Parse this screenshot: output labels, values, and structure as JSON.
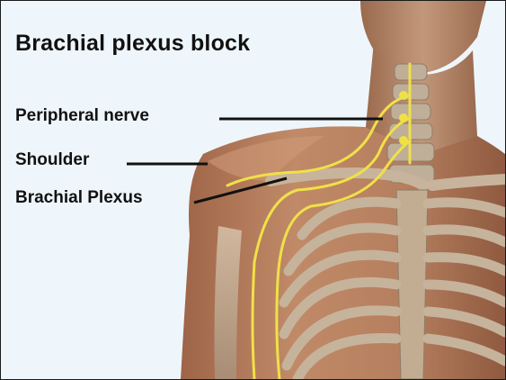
{
  "title": "Brachial plexus block",
  "labels": {
    "peripheral_nerve": "Peripheral nerve",
    "shoulder": "Shoulder",
    "brachial_plexus": "Brachial Plexus"
  },
  "colors": {
    "background": "#eef6fb",
    "skin": "#b9805f",
    "bone": "#c7b29a",
    "nerve": "#f0e048",
    "leader_line": "#111111"
  }
}
